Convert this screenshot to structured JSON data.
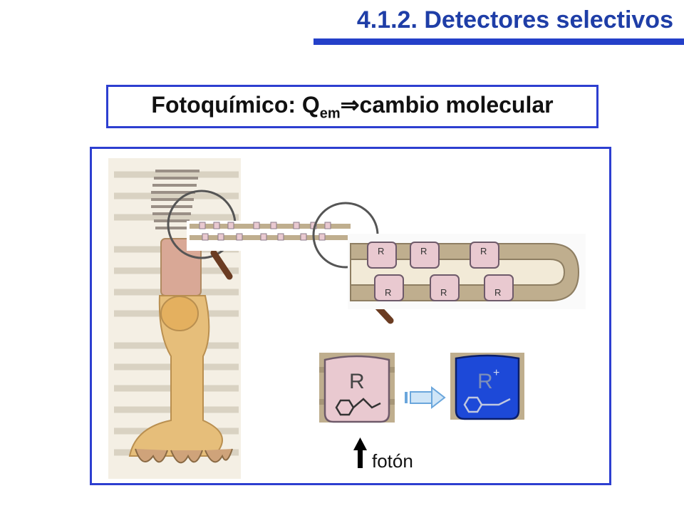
{
  "header": {
    "title": "4.1.2. Detectores selectivos",
    "accent_color": "#2440c9"
  },
  "subtitle": {
    "lead": "Fotoquímico: Q",
    "subscript": "em",
    "arrow": "⇒",
    "tail": "cambio molecular"
  },
  "figure": {
    "description_icons": [
      "photoreceptor-cell-illustration",
      "disc-membrane-zoom",
      "rhodopsin-molecule",
      "isomerized-molecule",
      "transition-arrow",
      "photon-arrow"
    ],
    "molecule_label": "R",
    "activated_label": "R",
    "activated_superscript": "+",
    "photon_label": "fotón",
    "colors": {
      "pink": "#e9c9d0",
      "tan": "#bfae8e",
      "blue": "#1d49d8",
      "cell": "#e6be7a"
    }
  }
}
